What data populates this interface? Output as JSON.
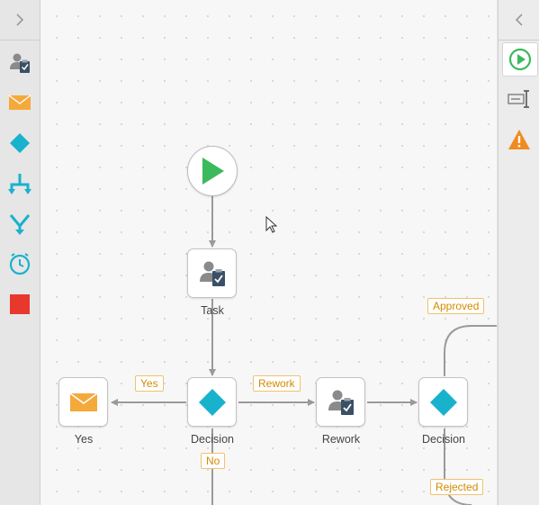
{
  "left_toolbar": {
    "expand_icon": "chevron-right-icon",
    "tools": [
      {
        "name": "user-task-icon"
      },
      {
        "name": "email-icon"
      },
      {
        "name": "decision-diamond-icon"
      },
      {
        "name": "split-icon"
      },
      {
        "name": "merge-icon"
      },
      {
        "name": "timer-icon"
      },
      {
        "name": "stop-square-icon"
      }
    ]
  },
  "right_toolbar": {
    "collapse_icon": "chevron-left-icon",
    "buttons": [
      {
        "name": "run-icon",
        "active": true
      },
      {
        "name": "properties-icon",
        "active": false
      },
      {
        "name": "warning-icon",
        "active": false
      }
    ]
  },
  "nodes": {
    "task": {
      "label": "Task"
    },
    "decision1": {
      "label": "Decision"
    },
    "yes": {
      "label": "Yes"
    },
    "rework": {
      "label": "Rework"
    },
    "decision2": {
      "label": "Decision"
    }
  },
  "edge_labels": {
    "yes": "Yes",
    "rework": "Rework",
    "no": "No",
    "approved": "Approved",
    "rejected": "Rejected"
  },
  "colors": {
    "start_green": "#3cb95c",
    "decision_teal": "#19b2cc",
    "email_orange": "#f5a93a",
    "stop_red": "#e8382e",
    "warning_orange": "#f08c1f",
    "tag_border": "#f0c36c",
    "tag_text": "#d48a00"
  }
}
